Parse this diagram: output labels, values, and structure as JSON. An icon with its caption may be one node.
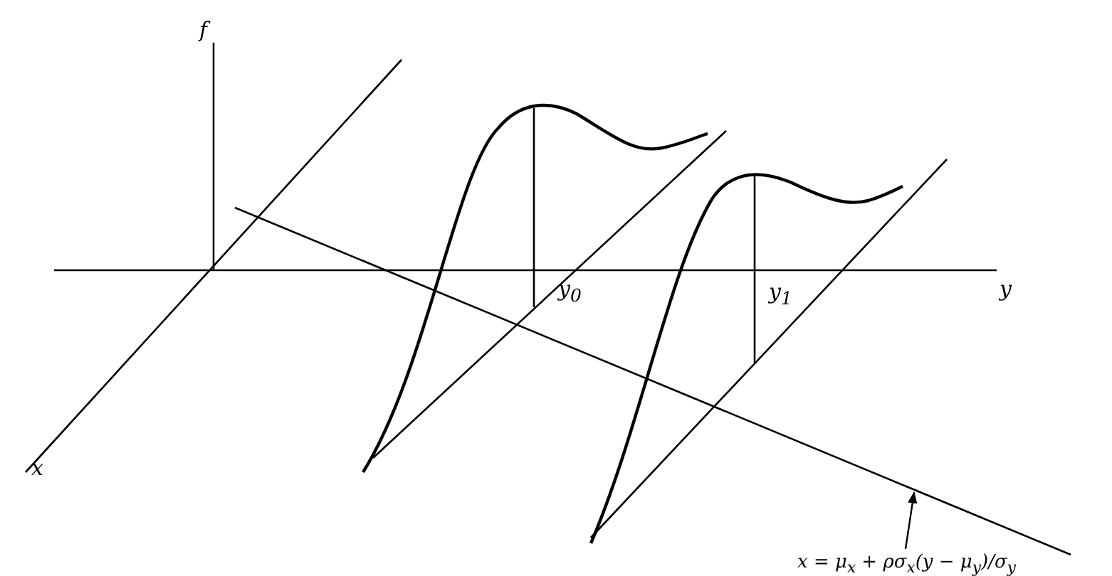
{
  "diagram": {
    "nodes": [
      {
        "text": [
          "x = μ$_{x}$ + ρσ$_{x}$(y − μ$_{y}$)/σ$_{y}$"
        ]
      },
      {
        "text": [],
        "shape": "line"
      }
    ],
    "edges": [
      {
        "from": 0,
        "to": 1,
        "arrow": "to"
      }
    ],
    "labels": [
      "f",
      "y$_{0}$",
      "y$_{1}$",
      "y",
      "x"
    ]
  }
}
